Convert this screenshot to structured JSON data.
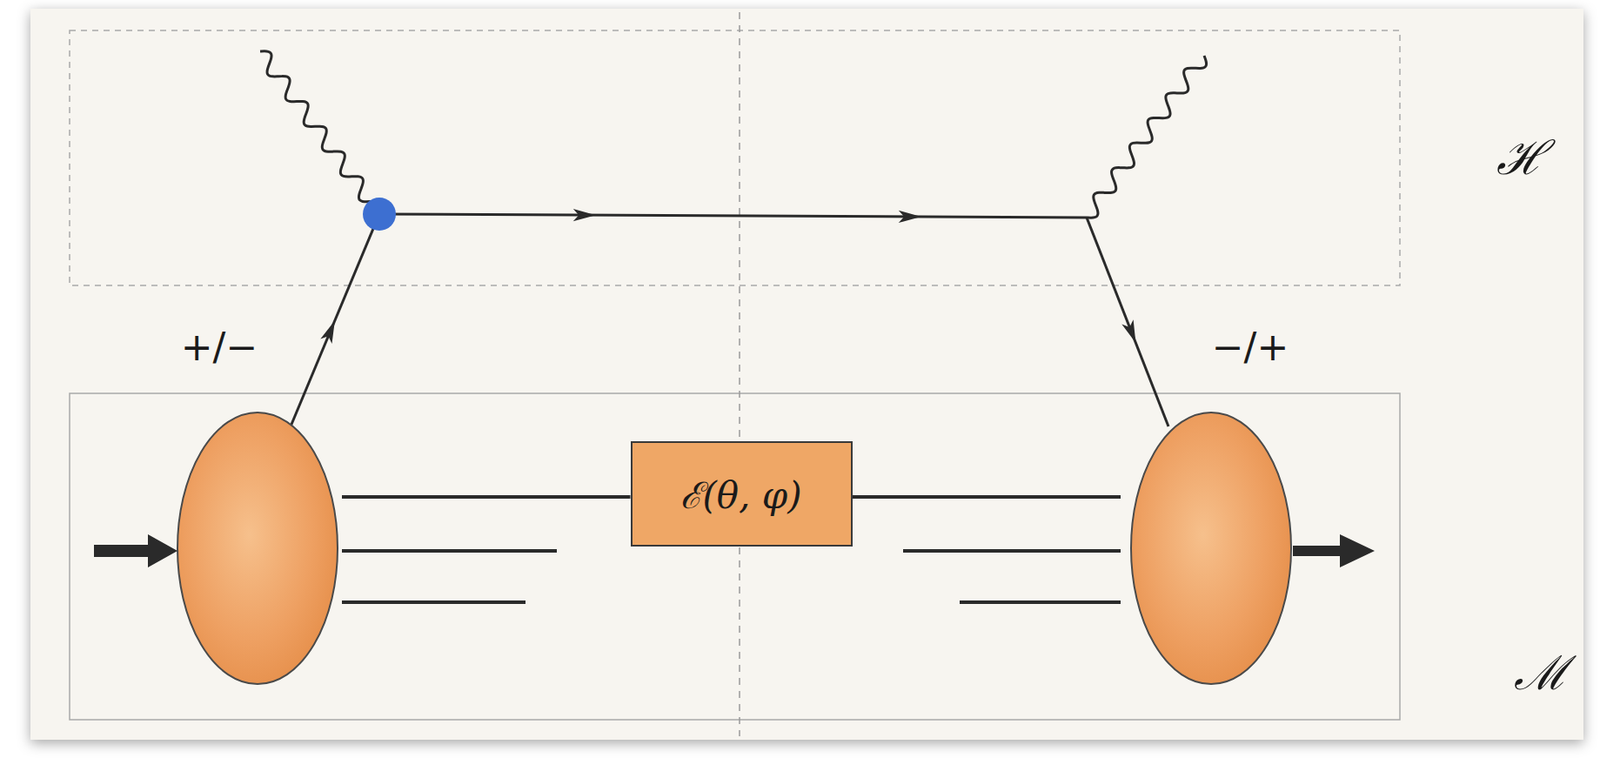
{
  "diagram": {
    "nodes": [
      {
        "text": [
          "ℰ(θ, φ)"
        ]
      }
    ],
    "labels": [
      "ℋ",
      "ℳ",
      "+/−",
      "−/+"
    ]
  }
}
